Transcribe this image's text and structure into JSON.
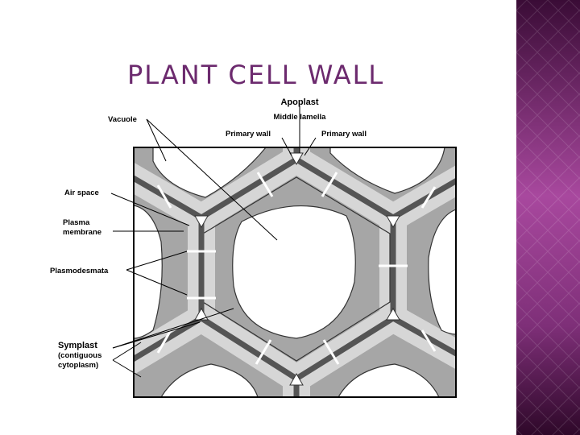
{
  "slide": {
    "title": "PLANT CELL WALL"
  },
  "diagram": {
    "labels": {
      "apoplast": "Apoplast",
      "middle_lamella": "Middle lamella",
      "primary_wall_left": "Primary wall",
      "primary_wall_right": "Primary wall",
      "vacuole": "Vacuole",
      "air_space": "Air space",
      "plasma_line1": "Plasma",
      "plasma_line2": "membrane",
      "plasmodesmata": "Plasmodesmata",
      "symplast": "Symplast",
      "contiguous": "(contiguous",
      "cytoplasm": "cytoplasm)"
    }
  },
  "colors": {
    "title": "#6c2a6e",
    "sidebar_dark": "#3a0c36",
    "sidebar_light": "#a8489e",
    "cytoplasm": "#a6a6a6",
    "wall": "#d6d6d6",
    "middle_lamella": "#555555"
  }
}
